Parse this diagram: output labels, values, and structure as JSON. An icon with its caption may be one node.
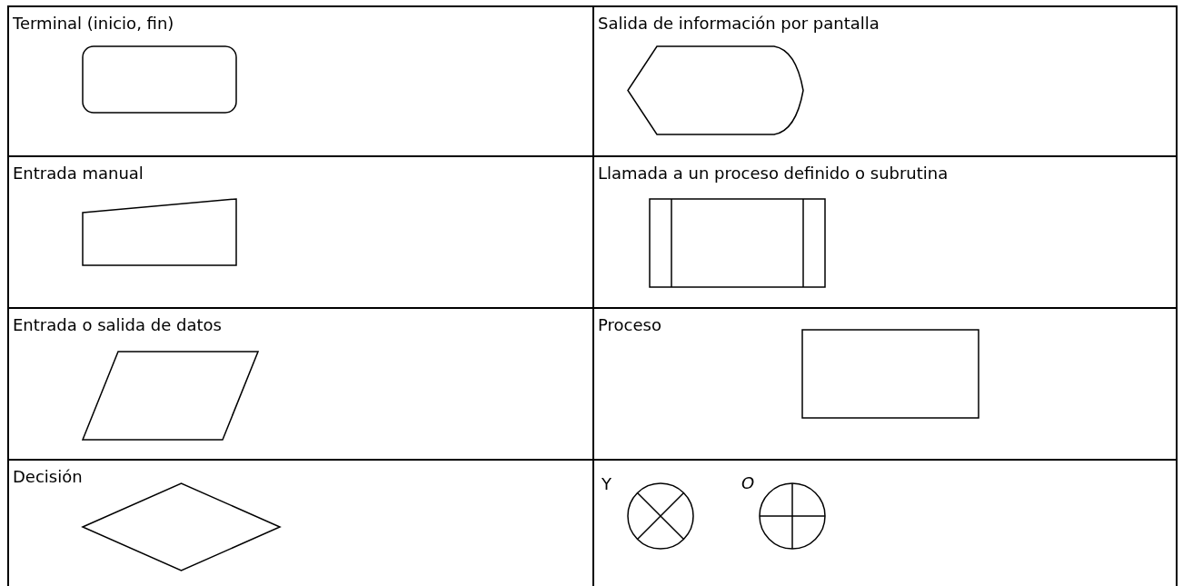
{
  "diagram": {
    "nodes": [
      {
        "text": [
          "Terminal (inicio, fin)"
        ]
      },
      {
        "text": [],
        "shape": "rounded-box",
        "in": 0
      },
      {
        "text": [
          "Salida de información por pantalla"
        ]
      },
      {
        "text": [],
        "shape": "display",
        "in": 2
      },
      {
        "text": [
          "Entrada manual"
        ]
      },
      {
        "text": [],
        "shape": "trapezoid",
        "in": 4
      },
      {
        "text": [
          "Llamada a un proceso definido o subrutina"
        ]
      },
      {
        "text": [],
        "shape": "subroutine",
        "in": 6
      },
      {
        "text": [
          "Entrada o salida de datos"
        ]
      },
      {
        "text": [],
        "shape": "parallelogram",
        "in": 8
      },
      {
        "text": [
          "Proceso"
        ]
      },
      {
        "text": [],
        "shape": "box",
        "in": 10
      },
      {
        "text": [
          "Decisión"
        ]
      },
      {
        "text": [],
        "shape": "diamond",
        "in": 12
      },
      {
        "text": [],
        "shape": "box"
      },
      {
        "text": [],
        "shape": "circle-cross",
        "in": 14,
        "beside": [
          "Y"
        ]
      },
      {
        "text": [],
        "shape": "circle-plus",
        "in": 14,
        "beside": [
          "O"
        ]
      }
    ]
  }
}
